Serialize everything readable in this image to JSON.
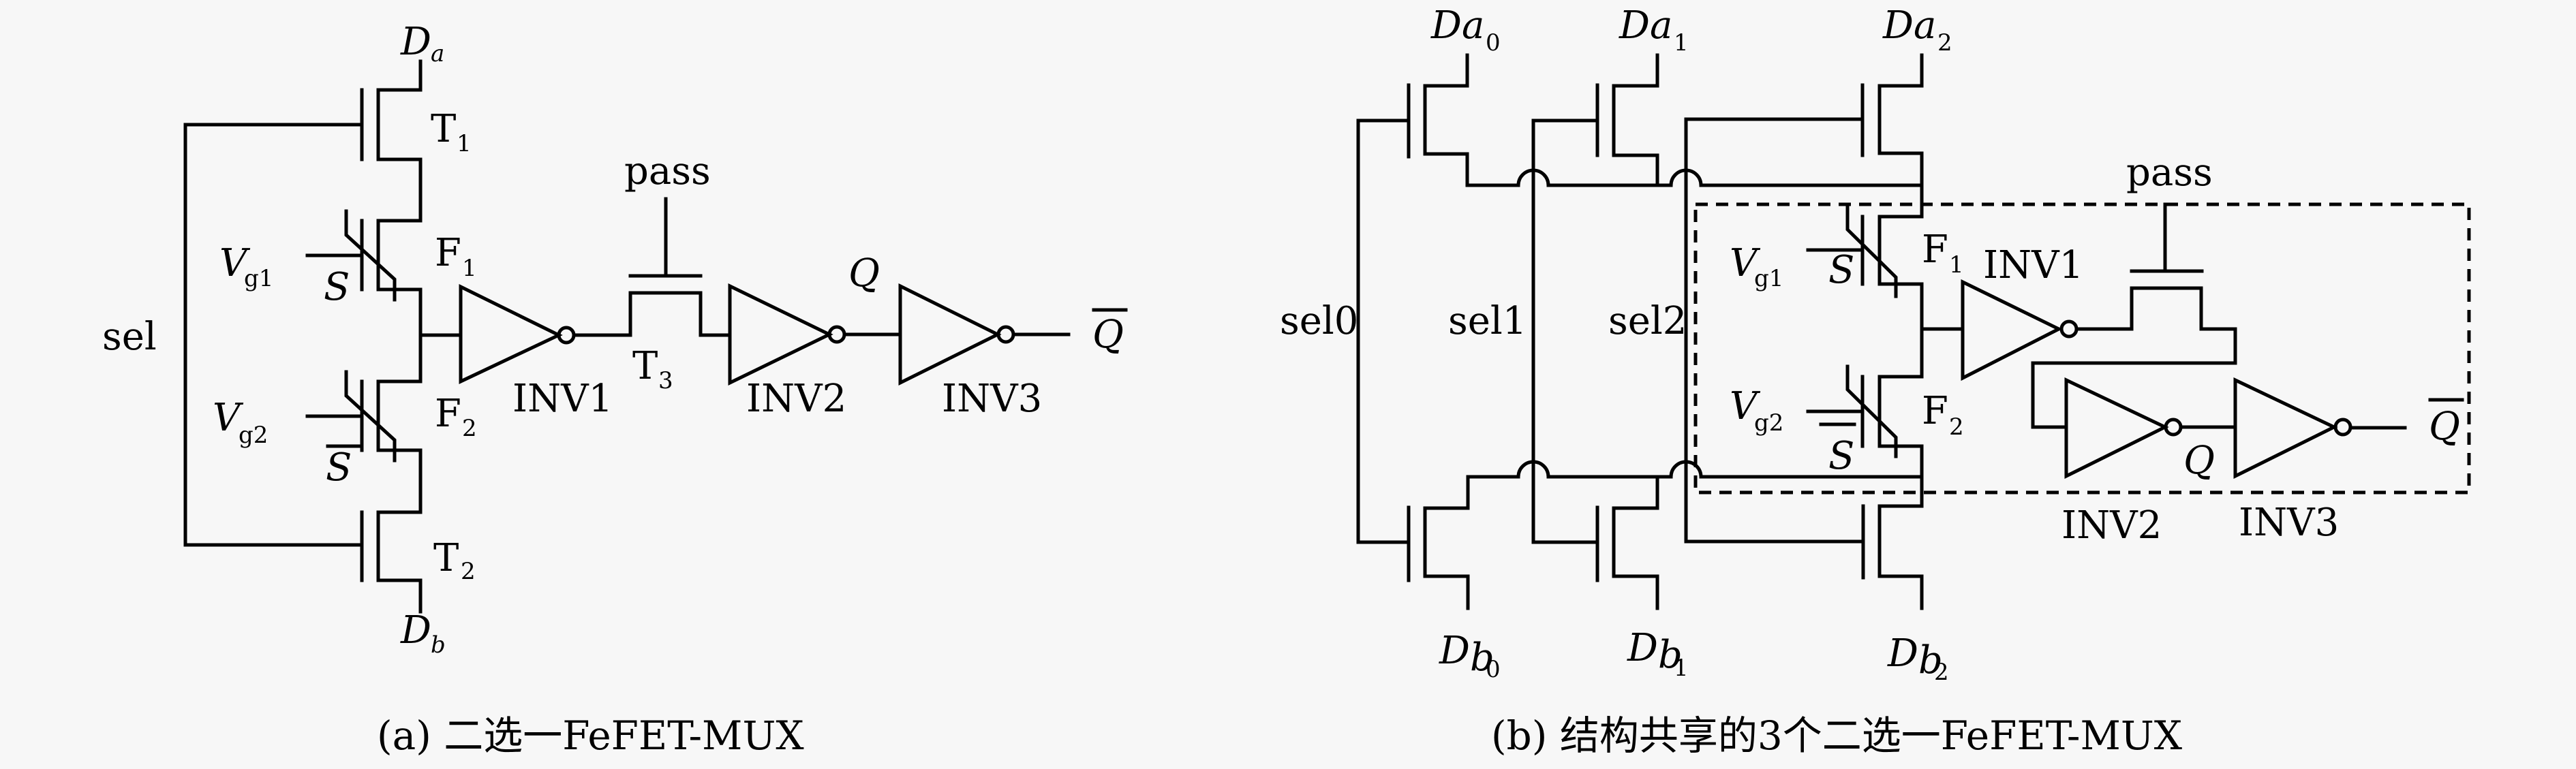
{
  "figure": {
    "panel_a": {
      "caption": "(a) 二选一FeFET-MUX",
      "labels": {
        "da": "D",
        "da_sub": "a",
        "db": "D",
        "db_sub": "b",
        "t1": "T",
        "t1_sub": "1",
        "t2": "T",
        "t2_sub": "2",
        "t3": "T",
        "t3_sub": "3",
        "f1": "F",
        "f1_sub": "1",
        "f2": "F",
        "f2_sub": "2",
        "vg1": "V",
        "vg1_sub": "g1",
        "vg2": "V",
        "vg2_sub": "g2",
        "s": "S",
        "sbar": "S",
        "sel": "sel",
        "pass": "pass",
        "inv1": "INV1",
        "inv2": "INV2",
        "inv3": "INV3",
        "q": "Q",
        "qbar": "Q"
      }
    },
    "panel_b": {
      "caption": "(b) 结构共享的3个二选一FeFET-MUX",
      "labels": {
        "da0": "D",
        "da0_sub": "a",
        "da0_idx": "0",
        "da1": "D",
        "da1_sub": "a",
        "da1_idx": "1",
        "da2": "D",
        "da2_sub": "a",
        "da2_idx": "2",
        "db0": "D",
        "db0_sub": "b",
        "db0_idx": "0",
        "db1": "D",
        "db1_sub": "b",
        "db1_idx": "1",
        "db2": "D",
        "db2_sub": "b",
        "db2_idx": "2",
        "sel0": "sel0",
        "sel1": "sel1",
        "sel2": "sel2",
        "f1": "F",
        "f1_sub": "1",
        "f2": "F",
        "f2_sub": "2",
        "vg1": "V",
        "vg1_sub": "g1",
        "vg2": "V",
        "vg2_sub": "g2",
        "s": "S",
        "sbar": "S",
        "pass": "pass",
        "inv1": "INV1",
        "inv2": "INV2",
        "inv3": "INV3",
        "q": "Q",
        "qbar": "Q"
      }
    }
  }
}
